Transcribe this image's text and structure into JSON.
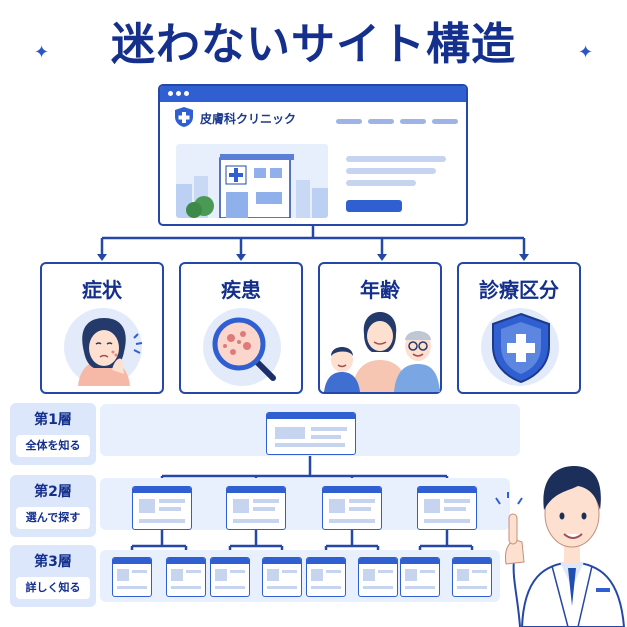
{
  "header": {
    "title": "迷わないサイト構造"
  },
  "top_page": {
    "clinic_name": "皮膚科クリニック"
  },
  "categories": [
    {
      "label": "症状",
      "icon": "worried-woman-icon"
    },
    {
      "label": "疾患",
      "icon": "magnifier-skin-icon"
    },
    {
      "label": "年齢",
      "icon": "family-icon"
    },
    {
      "label": "診療区分",
      "icon": "medical-shield-icon"
    }
  ],
  "layers": [
    {
      "name": "第1層",
      "desc": "全体を知る",
      "pages": 1
    },
    {
      "name": "第2層",
      "desc": "選んで探す",
      "pages": 4
    },
    {
      "name": "第3層",
      "desc": "詳しく知る",
      "pages": 8
    }
  ],
  "colors": {
    "primary": "#2548a8",
    "accent": "#2f5fd0",
    "light": "#e9f0fd"
  },
  "decoration": {
    "doctor": "doctor-pointing-icon"
  }
}
